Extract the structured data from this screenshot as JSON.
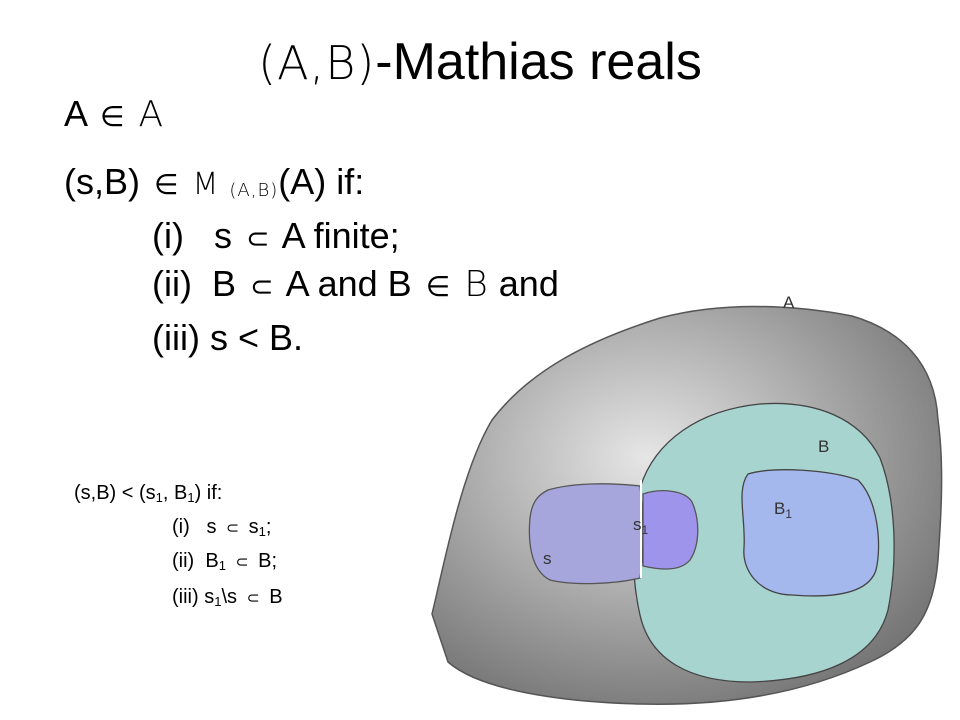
{
  "title": {
    "script": "(A,B)",
    "rest": "-Mathias reals"
  },
  "line1": {
    "a": "A",
    "rel": "∈",
    "script_a": "A"
  },
  "line2": {
    "pre": "(s,B)",
    "rel": "∈",
    "m": "M",
    "sub": "(A,B)",
    "post": "(A) if:"
  },
  "conditions": [
    {
      "num": "(i)",
      "left": "s",
      "rel": "⊂",
      "right": "A finite;"
    },
    {
      "num": "(ii)",
      "left": "B",
      "rel": "⊂",
      "mid": "A and B",
      "rel2": "∈",
      "script_b": "B",
      "tail": "and"
    },
    {
      "num": "(iii)",
      "text": "s < B."
    }
  ],
  "order": {
    "head": {
      "a": "(s,B) < (s",
      "s1": "1",
      "b": ", B",
      "b1": "1",
      "c": ") if:"
    },
    "items": [
      {
        "num": "(i)",
        "a": "s",
        "rel": "⊂",
        "b": "s",
        "sub": "1",
        "c": ";"
      },
      {
        "num": "(ii)",
        "a": "B",
        "sub": "1",
        "rel": "⊂",
        "b": "B;"
      },
      {
        "num": "(iii)",
        "a": "s",
        "sub": "1",
        "b": "\\s",
        "rel": "⊂",
        "c": "B"
      }
    ]
  },
  "diagram": {
    "labels": {
      "A": "A",
      "B": "B",
      "B1": "B",
      "B1_sub": "1",
      "s1": "s",
      "s1_sub": "1",
      "s": "s"
    },
    "colors": {
      "region_A_outer": "#6e6e6e",
      "region_A_highlight": "#e6e6e6",
      "region_B": "#a8d4d0",
      "region_B1": "#a4b8ee",
      "region_s": "#a6a6dc",
      "region_s1": "#9f94ec"
    }
  }
}
